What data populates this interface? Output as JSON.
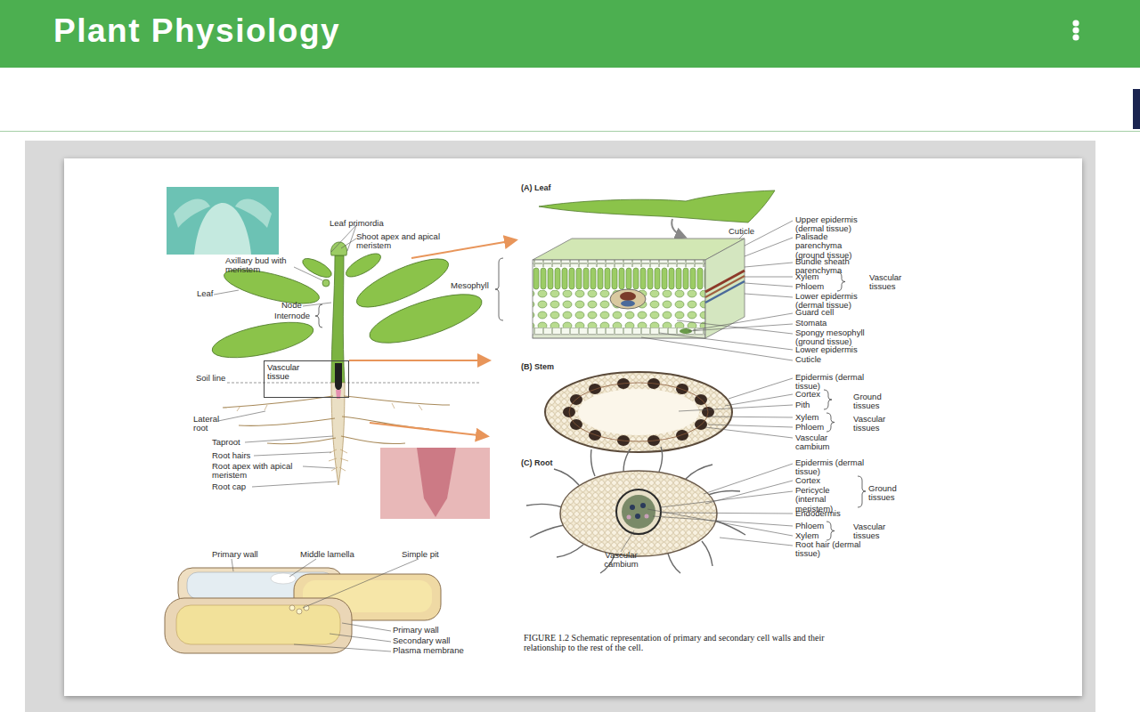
{
  "diagram": {
    "title": "Plant Physiology",
    "caption": "FIGURE 1.2 Schematic representation of primary and secondary cell walls and their relationship to the rest of the cell.",
    "nodes": [
      {
        "text": [
          "Vascular tissue"
        ]
      }
    ],
    "labels": [
      "Leaf primordia",
      "Shoot apex and apical meristem",
      "Axillary bud with meristem",
      "Leaf",
      "Node",
      "Internode",
      "Soil line",
      "Lateral root",
      "Taproot",
      "Root hairs",
      "Root apex with apical meristem",
      "Root cap",
      "(A) Leaf",
      "Cuticle",
      "Mesophyll",
      "Upper epidermis (dermal tissue)",
      "Palisade parenchyma (ground tissue)",
      "Bundle sheath parenchyma",
      "Xylem",
      "Phloem",
      "Vascular tissues",
      "Lower epidermis (dermal tissue)",
      "Guard cell",
      "Stomata",
      "Spongy mesophyll (ground tissue)",
      "Lower epidermis",
      "Cuticle",
      "(B) Stem",
      "Epidermis (dermal tissue)",
      "Cortex",
      "Pith",
      "Ground tissues",
      "Xylem",
      "Phloem",
      "Vascular tissues",
      "Vascular cambium",
      "(C) Root",
      "Epidermis (dermal tissue)",
      "Cortex",
      "Pericycle (internal meristem)",
      "Ground tissues",
      "Endodermis",
      "Phloem",
      "Xylem",
      "Vascular tissues",
      "Root hair (dermal tissue)",
      "Vascular cambium",
      "Primary wall",
      "Middle lamella",
      "Simple pit",
      "Primary wall",
      "Secondary wall",
      "Plasma membrane"
    ]
  }
}
